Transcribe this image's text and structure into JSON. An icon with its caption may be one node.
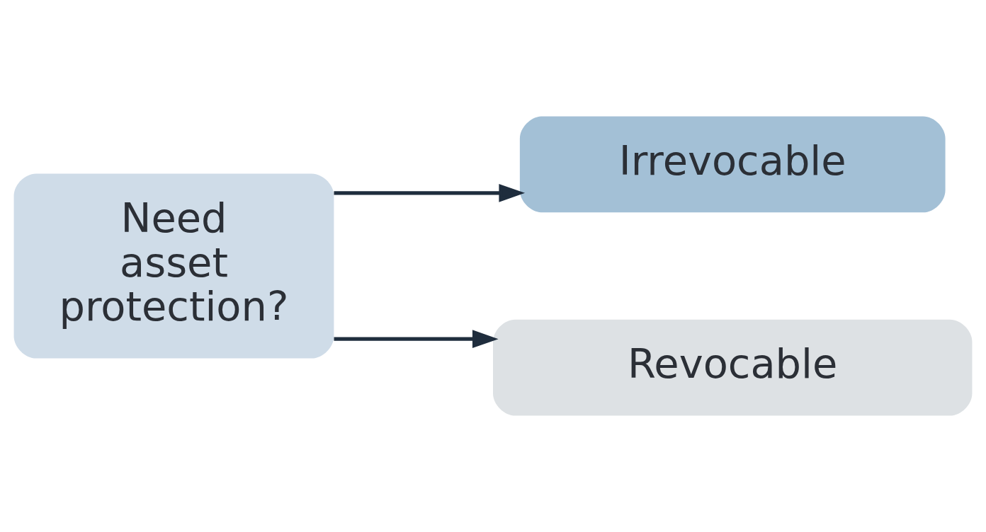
{
  "diagram": {
    "nodes": [
      {
        "text": [
          "Need asset protection?"
        ]
      },
      {
        "text": [
          "Irrevocable"
        ]
      },
      {
        "text": [
          "Revocable"
        ]
      }
    ],
    "edges": [
      {
        "from": 0,
        "to": 1,
        "arrow": "to"
      },
      {
        "from": 0,
        "to": 2,
        "arrow": "to"
      }
    ]
  }
}
